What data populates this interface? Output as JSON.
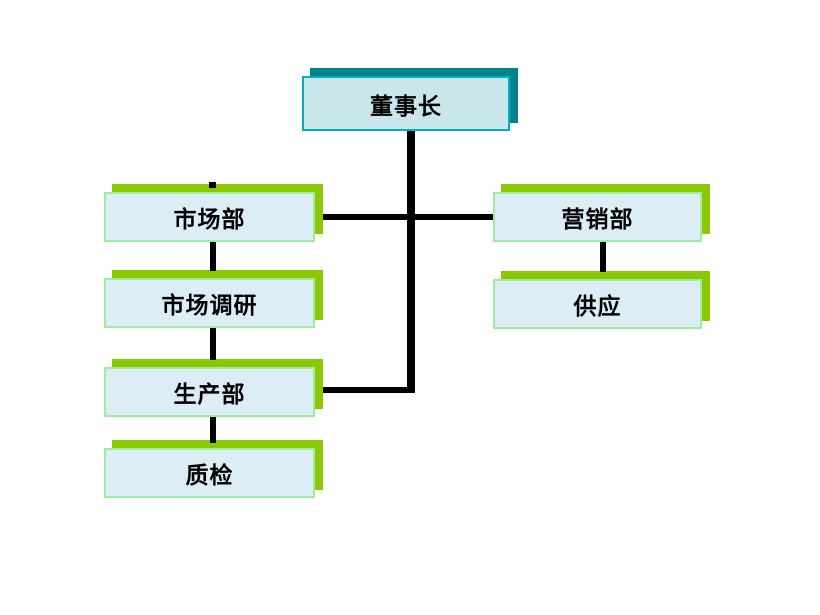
{
  "diagram": {
    "type": "org-chart",
    "nodes": {
      "chairman": {
        "label": "董事长",
        "theme": "teal"
      },
      "marketing": {
        "label": "市场部",
        "theme": "green"
      },
      "market_research": {
        "label": "市场调研",
        "theme": "green"
      },
      "production": {
        "label": "生产部",
        "theme": "green"
      },
      "quality": {
        "label": "质检",
        "theme": "green"
      },
      "sales": {
        "label": "营销部",
        "theme": "green"
      },
      "supply": {
        "label": "供应",
        "theme": "green"
      }
    },
    "edges": [
      {
        "from": "chairman",
        "to": "marketing"
      },
      {
        "from": "chairman",
        "to": "sales"
      },
      {
        "from": "chairman",
        "to": "production"
      },
      {
        "from": "marketing",
        "to": "market_research"
      },
      {
        "from": "market_research",
        "to": "production"
      },
      {
        "from": "production",
        "to": "quality"
      },
      {
        "from": "sales",
        "to": "supply"
      }
    ],
    "colors": {
      "background": "#FFFFFF",
      "connector": "#000000",
      "teal_shadow": "#00838F",
      "teal_border": "#00AEC2",
      "teal_fill": "#C9E6EA",
      "green_shadow": "#8CC802",
      "green_border": "#9CEE9C",
      "green_fill": "#DCEDF5"
    }
  }
}
